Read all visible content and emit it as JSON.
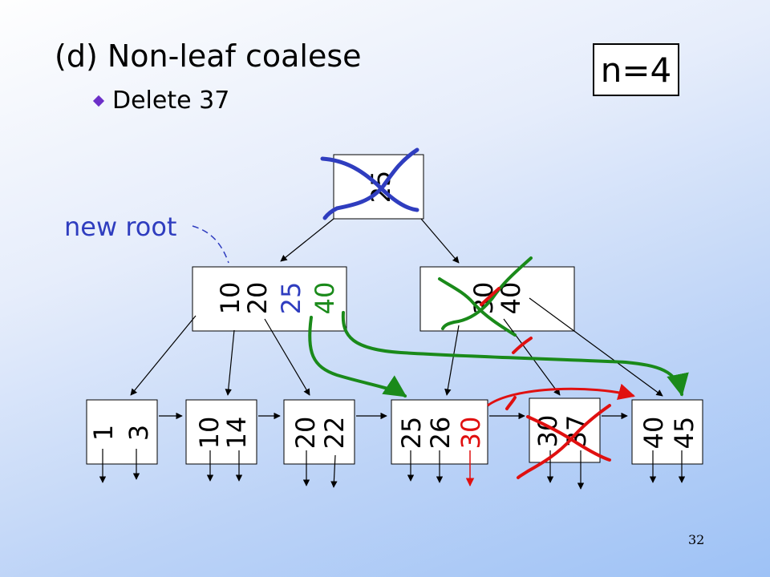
{
  "slide": {
    "title": "(d) Non-leaf coalese",
    "bullet": "Delete 37",
    "n_label": "n=4",
    "new_root_label": "new root",
    "page_number": "32"
  },
  "tree": {
    "root": {
      "keys": [
        "25"
      ]
    },
    "left_internal": {
      "keys": [
        "10",
        "20",
        "25",
        "40"
      ]
    },
    "right_internal": {
      "keys": [
        "30",
        "40"
      ]
    },
    "leaves": [
      {
        "keys": [
          "1",
          "3"
        ]
      },
      {
        "keys": [
          "10",
          "14"
        ]
      },
      {
        "keys": [
          "20",
          "22"
        ]
      },
      {
        "keys": [
          "25",
          "26",
          "30"
        ]
      },
      {
        "keys": [
          "30",
          "37"
        ]
      },
      {
        "keys": [
          "40",
          "45"
        ]
      }
    ]
  },
  "colors": {
    "blue_mark": "#2f3dbf",
    "green_mark": "#1a8a1a",
    "red_mark": "#e01010",
    "bullet": "#6c2fc8"
  }
}
